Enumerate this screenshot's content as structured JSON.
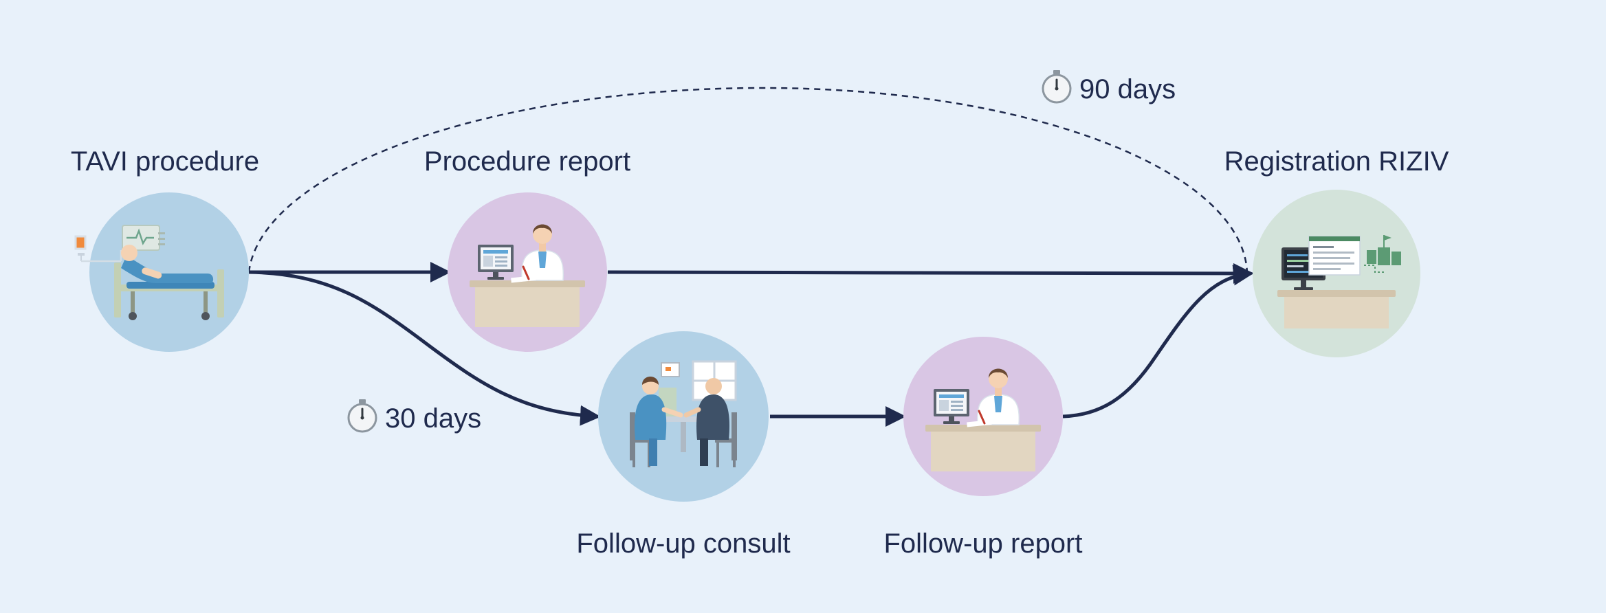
{
  "nodes": {
    "tavi": {
      "label": "TAVI procedure",
      "color": "#b2d1e6"
    },
    "procedure_report": {
      "label": "Procedure report",
      "color": "#d9c6e4"
    },
    "registration": {
      "label": "Registration RIZIV",
      "color": "#d3e3da"
    },
    "followup_consult": {
      "label": "Follow-up consult",
      "color": "#b2d1e6"
    },
    "followup_report": {
      "label": "Follow-up report",
      "color": "#d9c6e4"
    }
  },
  "timers": {
    "ninety": {
      "label": "90 days",
      "icon": "stopwatch-icon"
    },
    "thirty": {
      "label": "30 days",
      "icon": "stopwatch-icon"
    }
  },
  "colors": {
    "background": "#e8f1fa",
    "arrow": "#1f2a4d",
    "text": "#1f2a4d"
  }
}
